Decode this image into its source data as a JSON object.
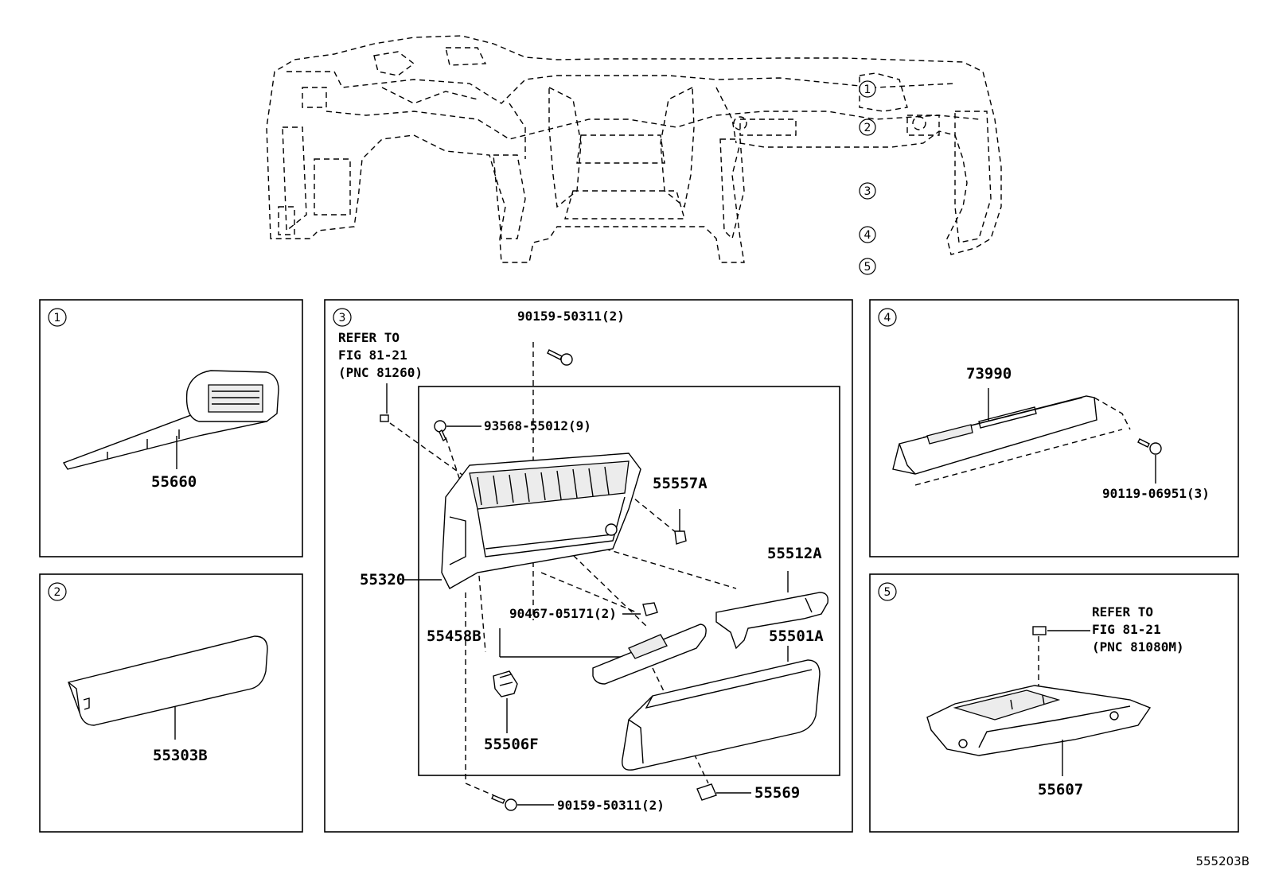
{
  "figure_code": "555203B",
  "overview_callouts": [
    "1",
    "2",
    "3",
    "4",
    "5"
  ],
  "panels": [
    {
      "id": "1",
      "parts": [
        {
          "label": "55660"
        }
      ]
    },
    {
      "id": "2",
      "parts": [
        {
          "label": "55303B"
        }
      ]
    },
    {
      "id": "3",
      "refer": [
        "REFER TO",
        "FIG 81-21",
        "(PNC 81260)"
      ],
      "parts": [
        {
          "label": "90159-50311(2)"
        },
        {
          "label": "93568-55012(9)"
        },
        {
          "label": "55557A"
        },
        {
          "label": "55320"
        },
        {
          "label": "55512A"
        },
        {
          "label": "90467-05171(2)"
        },
        {
          "label": "55458B"
        },
        {
          "label": "55501A"
        },
        {
          "label": "55506F"
        },
        {
          "label": "55569"
        },
        {
          "label": "90159-50311(2)"
        }
      ]
    },
    {
      "id": "4",
      "parts": [
        {
          "label": "73990"
        },
        {
          "label": "90119-06951(3)"
        }
      ]
    },
    {
      "id": "5",
      "refer": [
        "REFER TO",
        "FIG 81-21",
        "(PNC 81080M)"
      ],
      "parts": [
        {
          "label": "55607"
        }
      ]
    }
  ]
}
